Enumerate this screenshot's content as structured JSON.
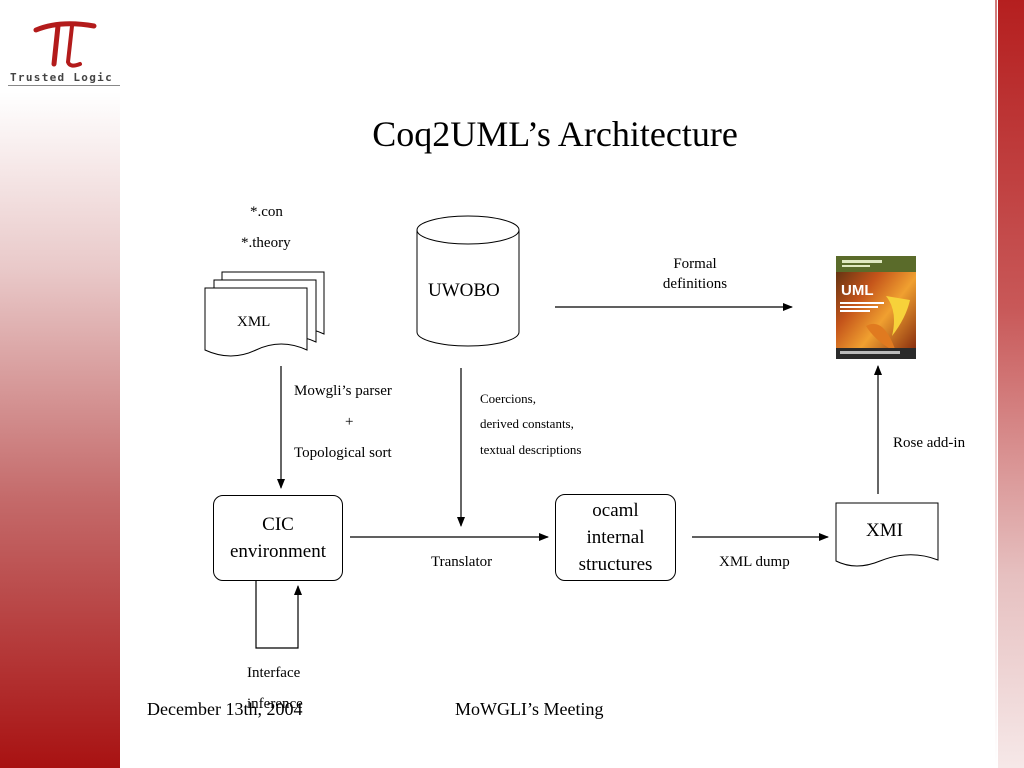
{
  "brand": {
    "logo_text": "Trusted Logic"
  },
  "slide": {
    "title": "Coq2UML’s Architecture"
  },
  "diagram": {
    "inputs": {
      "con": "*.con",
      "theory": "*.theory",
      "xml": "XML"
    },
    "database": "UWOBO",
    "formal_definitions_line1": "Formal",
    "formal_definitions_line2": "definitions",
    "parser_line1": "Mowgli’s parser",
    "parser_plus": "+",
    "parser_line2": "Topological sort",
    "coercions_line1": "Coercions,",
    "coercions_line2": "derived constants,",
    "coercions_line3": "textual descriptions",
    "cic_line1": "CIC",
    "cic_line2": "environment",
    "ocaml_line1": "ocaml",
    "ocaml_line2": "internal",
    "ocaml_line3": "structures",
    "xmi": "XMI",
    "translator": "Translator",
    "xml_dump": "XML dump",
    "rose_addin": "Rose add-in",
    "interface_line1": "Interface",
    "interface_line2": "inference",
    "book": {
      "title": "UML"
    }
  },
  "footer": {
    "date": "December 13th, 2004",
    "meeting": "MoWGLI’s Meeting"
  },
  "colors": {
    "brand_red": "#b31b1b",
    "arrow": "#000000"
  }
}
